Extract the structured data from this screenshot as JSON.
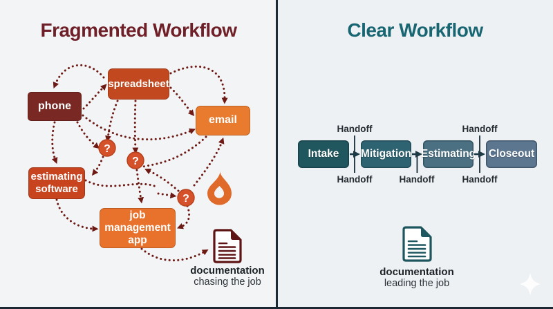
{
  "left": {
    "title": "Fragmented Workflow",
    "nodes": [
      {
        "label": "phone",
        "color": "#7a2823"
      },
      {
        "label": "spreadsheet",
        "color": "#c2491f"
      },
      {
        "label": "email",
        "color": "#e87b2e"
      },
      {
        "label": "estimating software",
        "color": "#c7441f"
      },
      {
        "label": "job management app",
        "color": "#e8722b"
      }
    ],
    "qmark": "?",
    "doc_label": "documentation",
    "doc_sublabel": "chasing the job"
  },
  "right": {
    "title": "Clear Workflow",
    "steps": [
      {
        "label": "Intake",
        "color": "#20575f"
      },
      {
        "label": "Mitigation",
        "color": "#2e6371"
      },
      {
        "label": "Estimating",
        "color": "#4a7082"
      },
      {
        "label": "Closeout",
        "color": "#5d7690"
      }
    ],
    "handoffs_top": [
      "Handoff",
      "Handoff"
    ],
    "handoffs_bottom": [
      "Handoff",
      "Handoff",
      "Handoff"
    ],
    "doc_label": "documentation",
    "doc_sublabel": "leading the job"
  },
  "colors": {
    "left_title": "#6f1f27",
    "right_title": "#186672",
    "arrow_dotted": "#6e1a14",
    "flow_arrow": "#1d3a45",
    "flame": "#e06a2a",
    "question_badge": "#d4512a",
    "doc_icon_left": "#5e1414",
    "doc_icon_right": "#1e5660",
    "divider": "#1b2b36"
  }
}
